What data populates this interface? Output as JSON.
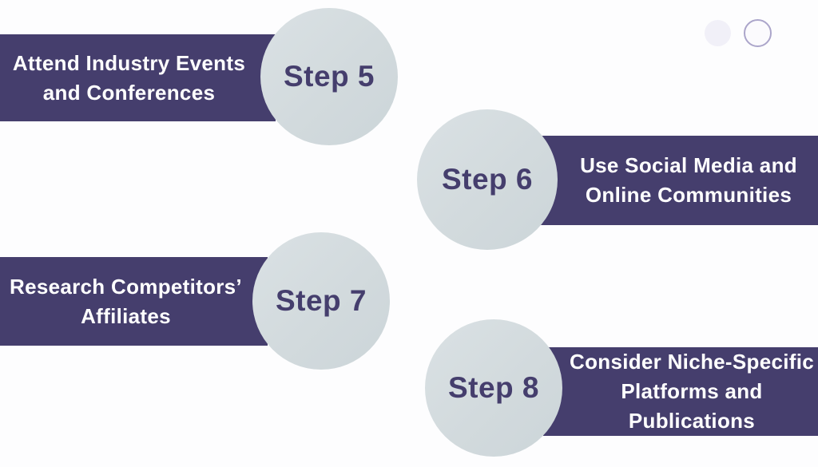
{
  "page": {
    "background": "#fdfdfe",
    "kind": "step-infographic"
  },
  "palette": {
    "banner": "#453e6d",
    "banner_text": "#ffffff",
    "circle_fill": "#d3dbde",
    "step_label_text": "#453e6d",
    "dot_filled": "#f1f0f8",
    "dot_ring": "#aba5ca"
  },
  "steps": [
    {
      "label": "Step 5",
      "title": "Attend Industry Events\nand Conferences",
      "side": "left"
    },
    {
      "label": "Step 6",
      "title": "Use Social Media and\nOnline Communities",
      "side": "right"
    },
    {
      "label": "Step 7",
      "title": "Research Competitors’\nAffiliates",
      "side": "left"
    },
    {
      "label": "Step 8",
      "title": "Consider Niche-Specific\nPlatforms and\nPublications",
      "side": "right"
    }
  ],
  "decorations": {
    "dots_count": "2"
  }
}
